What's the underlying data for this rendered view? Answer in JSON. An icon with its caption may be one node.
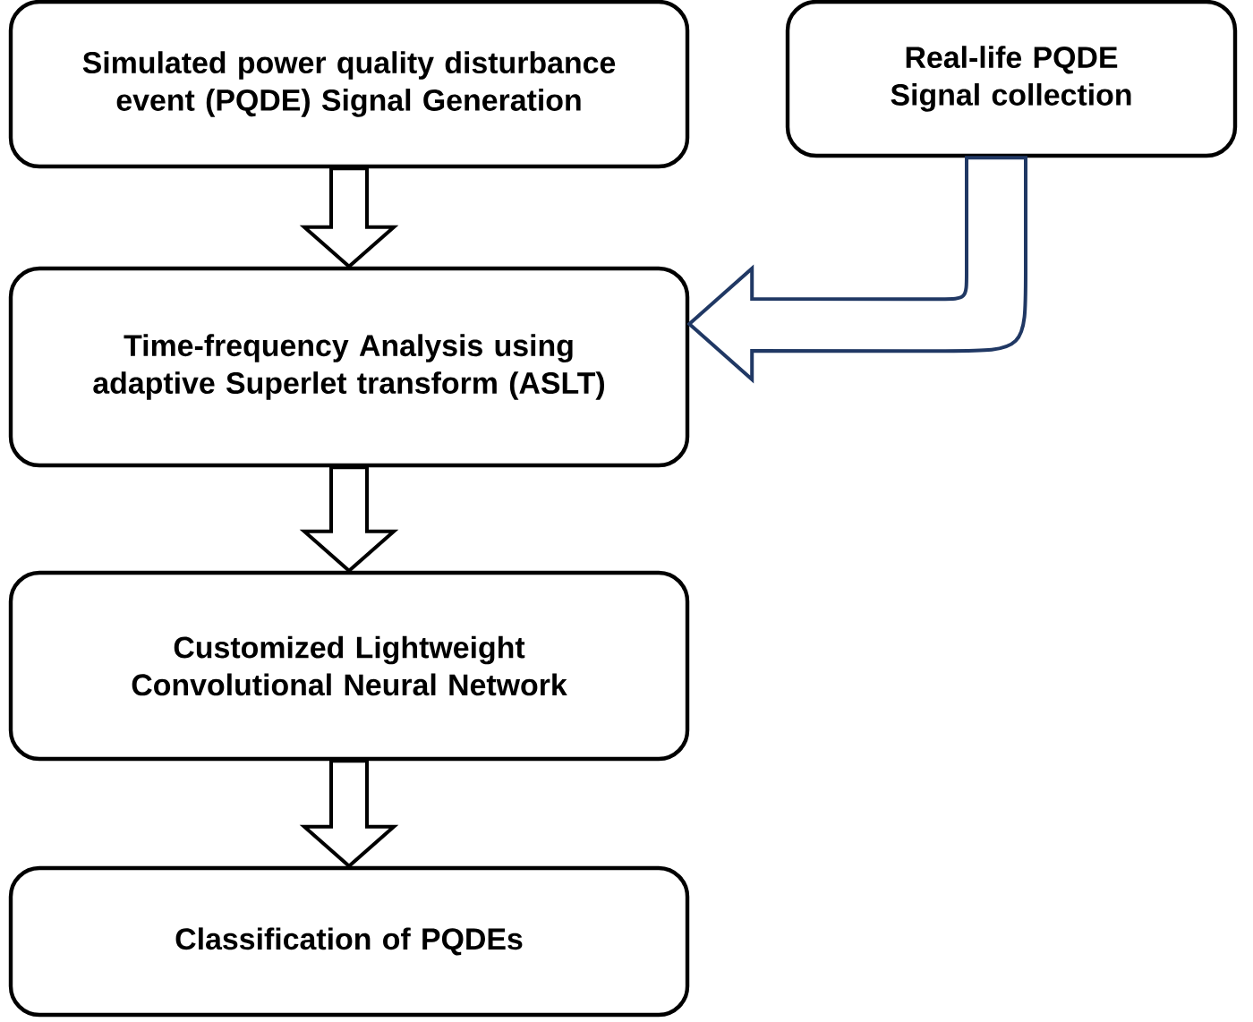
{
  "diagram": {
    "nodes": [
      {
        "text": [
          "Simulated power quality disturbance event (PQDE) Signal Generation"
        ]
      },
      {
        "text": [
          "Real-life PQDE Signal collection"
        ]
      },
      {
        "text": [
          "Time-frequency Analysis using adaptive Superlet transform (ASLT)"
        ]
      },
      {
        "text": [
          "Customized Lightweight Convolutional Neural Network"
        ]
      },
      {
        "text": [
          "Classification of PQDEs"
        ]
      }
    ],
    "edges": [
      {
        "from": 0,
        "to": 2,
        "arrow": "to"
      },
      {
        "from": 1,
        "to": 2,
        "arrow": "to",
        "color": "#203864"
      },
      {
        "from": 2,
        "to": 3,
        "arrow": "to"
      },
      {
        "from": 3,
        "to": 4,
        "arrow": "to"
      }
    ]
  }
}
